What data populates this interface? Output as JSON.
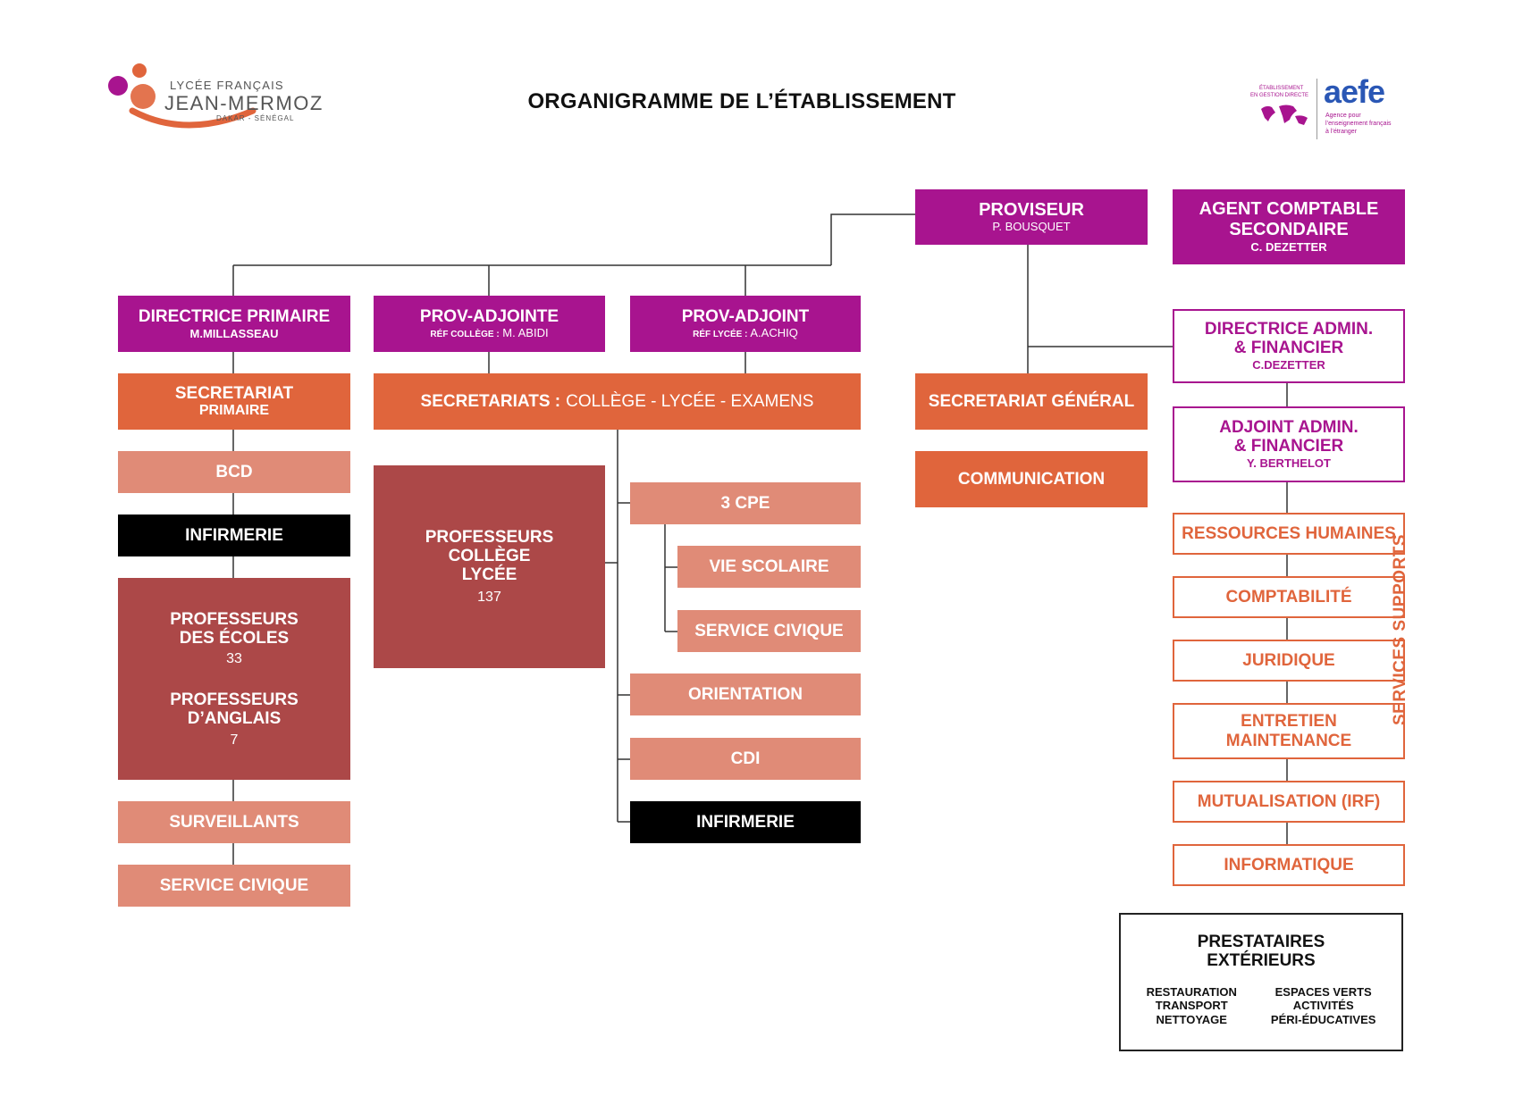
{
  "header": {
    "title": "ORGANIGRAMME DE L’ÉTABLISSEMENT",
    "logo_left": {
      "line1": "LYCÉE FRANÇAIS",
      "line2": "JEAN-MERMOZ",
      "line3": "DAKAR - SÉNÉGAL"
    },
    "logo_right": {
      "brand": "aefe",
      "tag1": "ÉTABLISSEMENT",
      "tag2": "EN GESTION DIRECTE",
      "desc1": "Agence pour",
      "desc2": "l’enseignement français",
      "desc3": "à l’étranger"
    }
  },
  "colors": {
    "magenta": "#a8148f",
    "orange": "#e0653c",
    "salmon": "#e08b77",
    "brick": "#ac4848",
    "black": "#000000"
  },
  "top": {
    "proviseur": {
      "title": "PROVISEUR",
      "name": "P. BOUSQUET"
    },
    "agent": {
      "title1": "AGENT COMPTABLE",
      "title2": "SECONDAIRE",
      "name": "C. DEZETTER"
    }
  },
  "primary": {
    "directrice": {
      "title": "DIRECTRICE PRIMAIRE",
      "name": "M.MILLASSEAU"
    },
    "secretariat": {
      "title": "SECRETARIAT",
      "sub": "PRIMAIRE"
    },
    "bcd": "BCD",
    "infirmerie": "INFIRMERIE",
    "profs": {
      "ecoles1": "PROFESSEURS",
      "ecoles2": "DES ÉCOLES",
      "ecoles_n": "33",
      "anglais1": "PROFESSEURS",
      "anglais2": "D’ANGLAIS",
      "anglais_n": "7"
    },
    "surveillants": "SURVEILLANTS",
    "service_civique": "SERVICE CIVIQUE"
  },
  "secondary": {
    "prov_adjointe": {
      "title": "PROV-ADJOINTE",
      "ref": "RÉF COLLÈGE :",
      "name": "M. ABIDI"
    },
    "prov_adjoint": {
      "title": "PROV-ADJOINT",
      "ref": "RÉF LYCÉE :",
      "name": "A.ACHIQ"
    },
    "secretariats": {
      "bold": "SECRETARIATS :",
      "rest": "COLLÈGE - LYCÉE - EXAMENS"
    },
    "profs": {
      "l1": "PROFESSEURS",
      "l2": "COLLÈGE",
      "l3": "LYCÉE",
      "n": "137"
    },
    "cpe": "3 CPE",
    "vie_scolaire": "VIE SCOLAIRE",
    "service_civique": "SERVICE CIVIQUE",
    "orientation": "ORIENTATION",
    "cdi": "CDI",
    "infirmerie": "INFIRMERIE"
  },
  "general": {
    "secretariat_general": "SECRETARIAT GÉNÉRAL",
    "communication": "COMMUNICATION"
  },
  "admin": {
    "daf": {
      "l1": "DIRECTRICE ADMIN.",
      "l2": "& FINANCIER",
      "name": "C.DEZETTER"
    },
    "adjoint": {
      "l1": "ADJOINT ADMIN.",
      "l2": "& FINANCIER",
      "name": "Y. BERTHELOT"
    },
    "services": [
      "RESSOURCES HUMAINES",
      "COMPTABILITÉ",
      "JURIDIQUE",
      "ENTRETIEN",
      "MAINTENANCE",
      "MUTUALISATION (IRF)",
      "INFORMATIQUE"
    ],
    "supports_label": "SERVICES SUPPORTS"
  },
  "prestataires": {
    "title1": "PRESTATAIRES",
    "title2": "EXTÉRIEURS",
    "left": [
      "RESTAURATION",
      "TRANSPORT",
      "NETTOYAGE"
    ],
    "right": [
      "ESPACES VERTS",
      "ACTIVITÉS",
      "PÉRI-ÉDUCATIVES"
    ]
  }
}
